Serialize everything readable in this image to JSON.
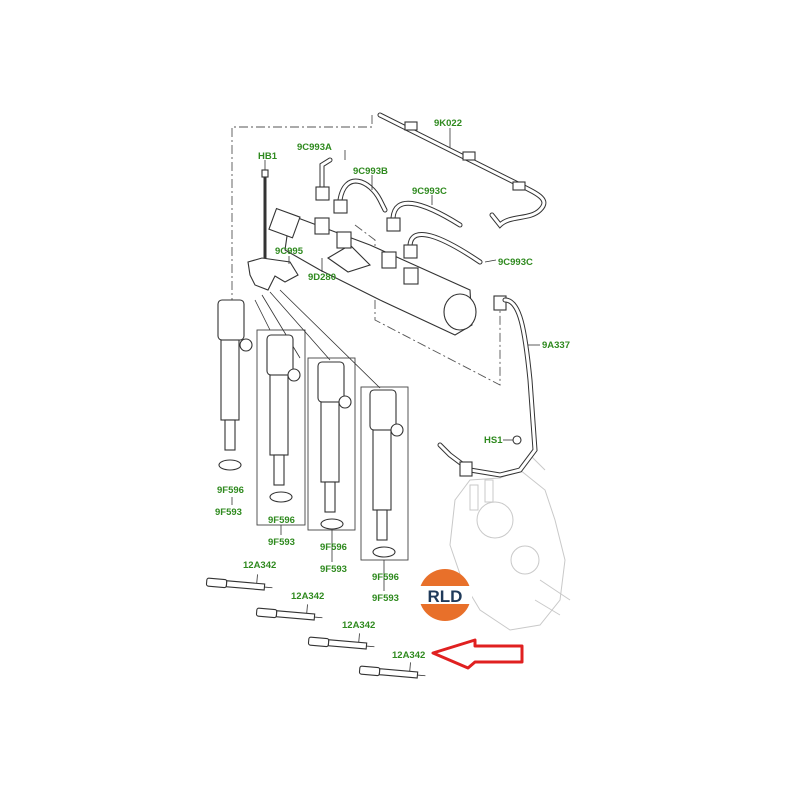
{
  "diagram": {
    "title": "Fuel injection and glow plug parts diagram",
    "labels": {
      "fuel_return_hose": "9K022",
      "bolt": "HB1",
      "pipe_a": "9C993A",
      "pipe_b": "9C993B",
      "pipe_c_upper": "9C993C",
      "pipe_c_lower": "9C993C",
      "clamp": "9C995",
      "fuel_rail": "9D280",
      "feed_pipe": "9A337",
      "stud": "HS1"
    },
    "injectors": [
      {
        "seal": "9F596",
        "injector": "9F593"
      },
      {
        "seal": "9F596",
        "injector": "9F593"
      },
      {
        "seal": "9F596",
        "injector": "9F593"
      },
      {
        "seal": "9F596",
        "injector": "9F593"
      }
    ],
    "glow_plugs": [
      "12A342",
      "12A342",
      "12A342",
      "12A342"
    ],
    "highlighted_part": "12A342",
    "logo_text": "RLD",
    "colors": {
      "label": "#2f8a1f",
      "arrow": "#e02020",
      "logo_orange": "#e8702a",
      "logo_text": "#1f3a5a"
    }
  }
}
